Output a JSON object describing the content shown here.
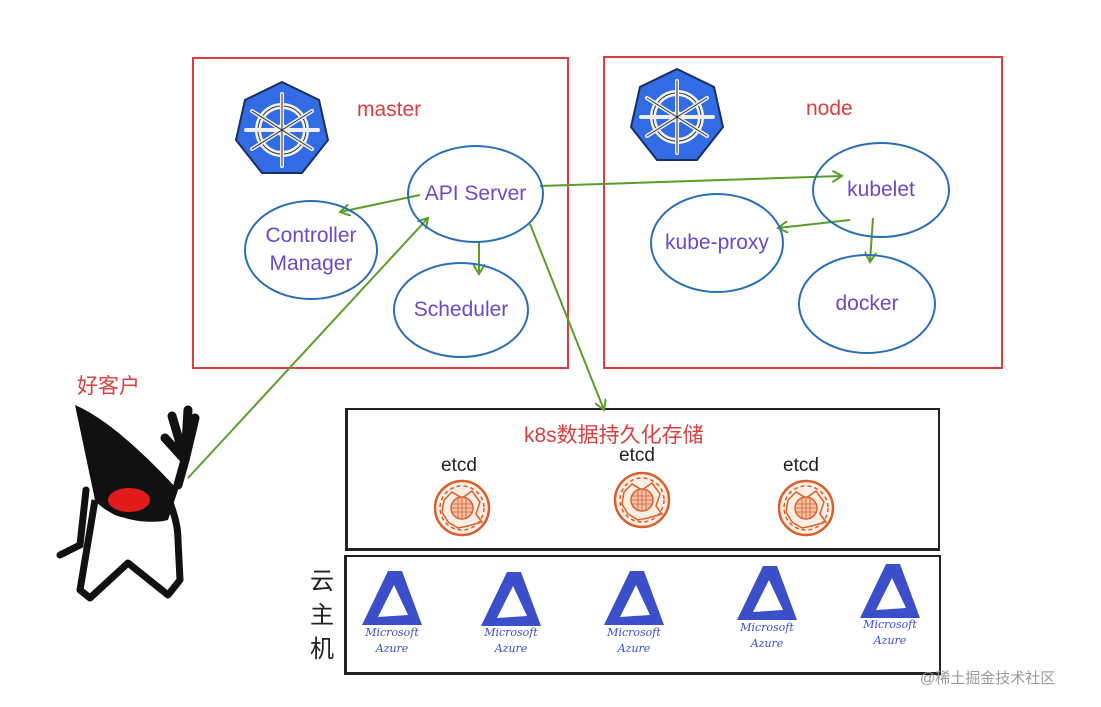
{
  "master": {
    "title": "master",
    "components": {
      "controller_manager": "Controller\nManager",
      "api_server": "API Server",
      "scheduler": "Scheduler"
    }
  },
  "node": {
    "title": "node",
    "components": {
      "kubelet": "kubelet",
      "kube_proxy": "kube-proxy",
      "docker": "docker"
    }
  },
  "client": {
    "label": "好客户"
  },
  "storage": {
    "title": "k8s数据持久化存储",
    "etcd_nodes": [
      "etcd",
      "etcd",
      "etcd"
    ]
  },
  "cloud_hosts": {
    "label": [
      "云",
      "主",
      "机"
    ],
    "hosts": [
      {
        "line1": "Microsoft",
        "line2": "Azure"
      },
      {
        "line1": "Microsoft",
        "line2": "Azure"
      },
      {
        "line1": "Microsoft",
        "line2": "Azure"
      },
      {
        "line1": "Microsoft",
        "line2": "Azure"
      },
      {
        "line1": "Microsoft",
        "line2": "Azure"
      }
    ]
  },
  "watermark": "@稀土掘金技术社区",
  "colors": {
    "frame_red": "#d9403f",
    "ellipse_blue": "#2a6fb6",
    "component_text": "#6a4ac7",
    "arrow_green": "#5a9e2a",
    "k8s_blue": "#326ce5",
    "etcd_orange": "#d8602c",
    "azure_blue": "#3a4fc9"
  }
}
